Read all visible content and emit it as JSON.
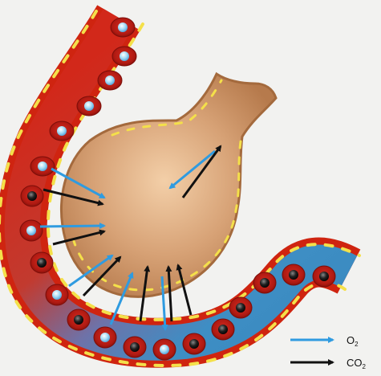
{
  "legend": {
    "o2": {
      "text": "O",
      "sub": "2",
      "color": "#2f9be0"
    },
    "co2": {
      "text": "CO",
      "sub": "2",
      "color": "#111111"
    }
  },
  "colors": {
    "background": "#f2f2f0",
    "alveolus_fill": "#c98f62",
    "alveolus_highlight": "#f1c9a2",
    "alveolus_edge": "#a46a3d",
    "capillary_wall": "#cf2410",
    "capillary_lumen_oxygenated": "#d2281a",
    "capillary_lumen_deoxygenated": "#3e8ec4",
    "endothelial_nucleus": "#f4e04a",
    "red_blood_cell": "#b01a12",
    "cell_oxygenated_dot": "#a9ddf6",
    "cell_deoxygenated_dot": "#1a1a1a"
  },
  "icons": [
    "alveolus-sac",
    "capillary-vessel",
    "red-blood-cell",
    "o2-arrow",
    "co2-arrow"
  ]
}
